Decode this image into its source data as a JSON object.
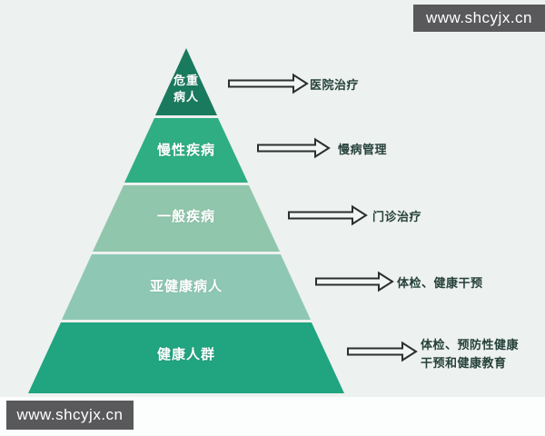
{
  "background": "#edf1ef",
  "watermark": {
    "text": "www.shcyjx.cn",
    "bg_color": "#59595b"
  },
  "pyramid": {
    "label_color": "#ffffff",
    "action_text_color": "#26413a",
    "arrow_outline_color": "#2b2f2e",
    "tiers": [
      {
        "label": "危重\n病人",
        "color": "#1a7a5e",
        "action": "医院治疗"
      },
      {
        "label": "慢性疾病",
        "color": "#2fae83",
        "action": "慢病管理"
      },
      {
        "label": "一般疾病",
        "color": "#90c6ac",
        "action": "门诊治疗"
      },
      {
        "label": "亚健康病人",
        "color": "#8ec8b4",
        "action": "体检、健康干预"
      },
      {
        "label": "健康人群",
        "color": "#21a480",
        "action": "体检、预防性健康\n干预和健康教育"
      }
    ]
  }
}
